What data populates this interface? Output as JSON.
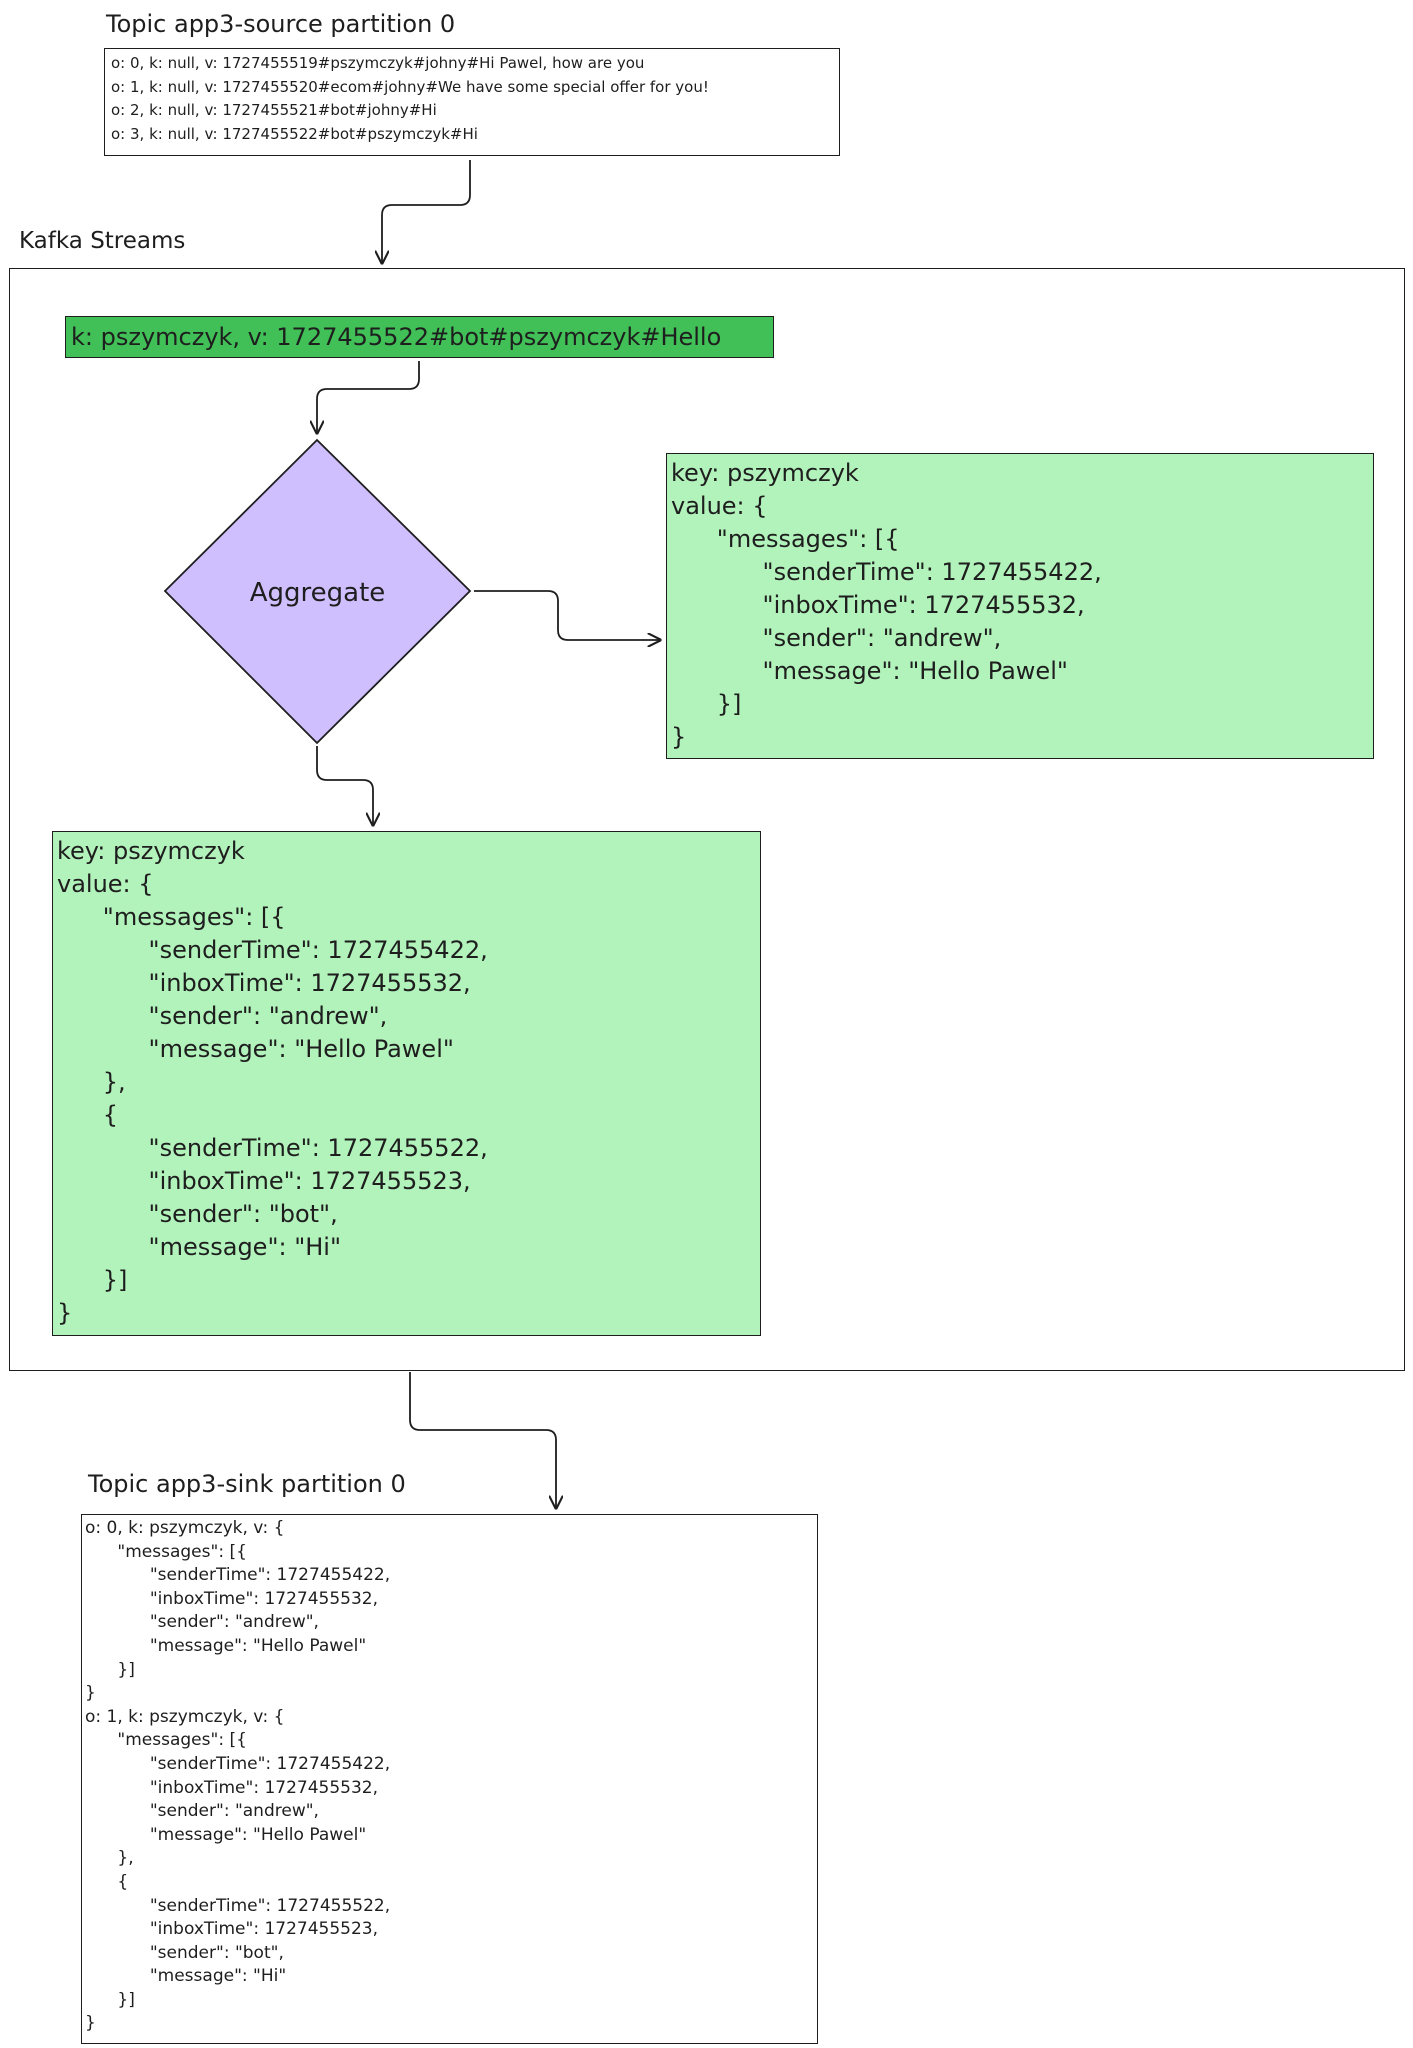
{
  "source_topic": {
    "title": "Topic app3-source partition 0",
    "records": "o: 0, k: null, v: 1727455519#pszymczyk#johny#Hi Pawel, how are you\no: 1, k: null, v: 1727455520#ecom#johny#We have some special offer for you!\no: 2, k: null, v: 1727455521#bot#johny#Hi\no: 3, k: null, v: 1727455522#bot#pszymczyk#Hi"
  },
  "streams": {
    "title": "Kafka Streams",
    "current_record": "k: pszymczyk, v: 1727455522#bot#pszymczyk#Hello",
    "aggregate_label": "Aggregate",
    "state_before": "key: pszymczyk\nvalue: {\n      \"messages\": [{\n            \"senderTime\": 1727455422,\n            \"inboxTime\": 1727455532,\n            \"sender\": \"andrew\",\n            \"message\": \"Hello Pawel\"\n      }]\n}",
    "state_after": "key: pszymczyk\nvalue: {\n      \"messages\": [{\n            \"senderTime\": 1727455422,\n            \"inboxTime\": 1727455532,\n            \"sender\": \"andrew\",\n            \"message\": \"Hello Pawel\"\n      },\n      {\n            \"senderTime\": 1727455522,\n            \"inboxTime\": 1727455523,\n            \"sender\": \"bot\",\n            \"message\": \"Hi\"\n      }]\n}"
  },
  "sink_topic": {
    "title": "Topic app3-sink partition 0",
    "records": "o: 0, k: pszymczyk, v: {\n      \"messages\": [{\n            \"senderTime\": 1727455422,\n            \"inboxTime\": 1727455532,\n            \"sender\": \"andrew\",\n            \"message\": \"Hello Pawel\"\n      }]\n}\no: 1, k: pszymczyk, v: {\n      \"messages\": [{\n            \"senderTime\": 1727455422,\n            \"inboxTime\": 1727455532,\n            \"sender\": \"andrew\",\n            \"message\": \"Hello Pawel\"\n      },\n      {\n            \"senderTime\": 1727455522,\n            \"inboxTime\": 1727455523,\n            \"sender\": \"bot\",\n            \"message\": \"Hi\"\n      }]\n}"
  },
  "colors": {
    "record_fill": "#40c057",
    "state_fill": "#b2f2bb",
    "aggregate_fill": "#d0bfff",
    "stroke": "#1e1e1e"
  }
}
